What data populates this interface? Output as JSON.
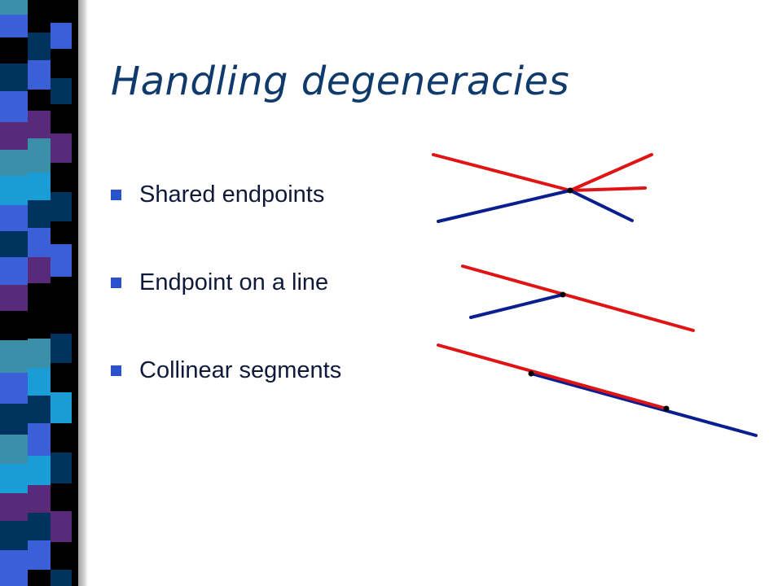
{
  "slide": {
    "title": "Handling degeneracies",
    "bullets": [
      {
        "label": "Shared endpoints"
      },
      {
        "label": "Endpoint on a line"
      },
      {
        "label": "Collinear segments"
      }
    ]
  },
  "theme": {
    "title_color": "#0f3a6b",
    "bullet_marker_color": "#2a52cc",
    "segment_color_a": "#e01414",
    "segment_color_b": "#0a1f8f",
    "stripe_colors": [
      "#000000",
      "#00335e",
      "#3a5fd6",
      "#5a2a7a",
      "#3c8fa8",
      "#1a9cd6"
    ]
  }
}
